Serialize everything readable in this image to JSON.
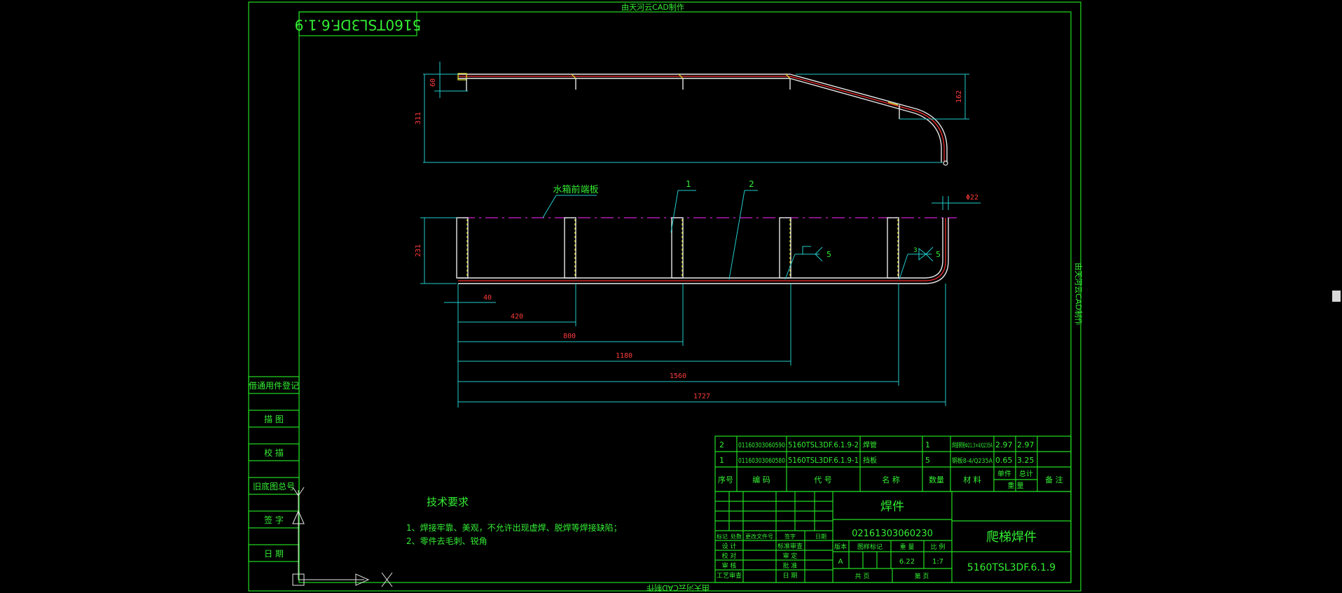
{
  "watermark": {
    "top": "由天河云CAD制作",
    "bottom": "由天河云CAD制作",
    "right": "由天河云CAD制作"
  },
  "corner_stamp": "5160TSL3DF.6.1.9",
  "leader_label_panel": "水箱前端板",
  "balloons": [
    "1",
    "2"
  ],
  "weld_symbol_numbers": [
    "5",
    "5",
    "3"
  ],
  "dimensions": {
    "top_view": [
      "60",
      "311",
      "162"
    ],
    "front_view": [
      "231",
      "40",
      "420",
      "800",
      "1180",
      "1560",
      "1727",
      "Φ22"
    ]
  },
  "tech_requirements": {
    "title": "技术要求",
    "items": [
      "1、焊接牢靠、美观，不允许出现虚焊、脱焊等焊接缺陷；",
      "2、零件去毛刺、锐角"
    ]
  },
  "side_panel": [
    "借通用件登记",
    "描 图",
    "校 描",
    "旧底图总号",
    "签 字",
    "日 期"
  ],
  "bom": {
    "rows": [
      [
        "2",
        "01160303060590",
        "5160TSL3DF.6.1.9-2",
        "焊管",
        "1",
        "焊接钢管Φ21.3×4/Q235A",
        "2.97",
        "2.97",
        ""
      ],
      [
        "1",
        "01160303060580",
        "5160TSL3DF.6.1.9-1",
        "挡板",
        "5",
        "钢板8-4/Q235A",
        "0.65",
        "3.25",
        ""
      ]
    ],
    "header": [
      "序号",
      "编 码",
      "代 号",
      "名 称",
      "数量",
      "材 料",
      "单件",
      "总计",
      "备 注"
    ],
    "header_sub": "重 量"
  },
  "title_block": {
    "type": "焊件",
    "code": "02161303060230",
    "part_name": "爬梯焊件",
    "drawing_no": "5160TSL3DF.6.1.9",
    "sign_header": [
      "标记",
      "处数",
      "更改文件号",
      "签字",
      "日期"
    ],
    "roles_left": [
      "设 计",
      "校 对",
      "审 核",
      "工艺审查"
    ],
    "roles_mid": [
      "标准审查",
      "审 定",
      "批 准",
      "日 期"
    ],
    "attr_header": [
      "版本",
      "图样标记",
      "重 量",
      "比 例"
    ],
    "version": "A",
    "weight": "6.22",
    "scale": "1:7",
    "sheets": [
      "共 页",
      "第 页"
    ]
  }
}
